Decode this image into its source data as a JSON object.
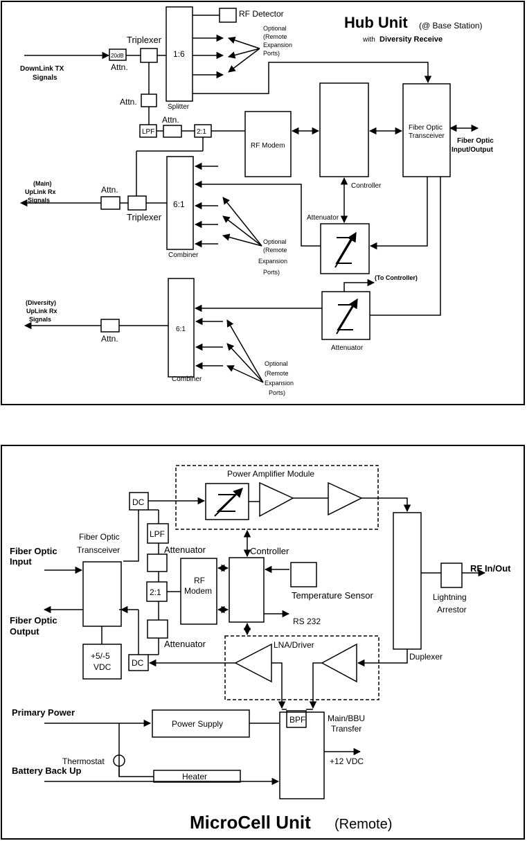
{
  "hub": {
    "title_main": "Hub Unit",
    "title_note": "(@ Base Station)",
    "title_with": "with",
    "title_diversity": "Diversity Receive",
    "rf_detector": "RF Detector",
    "splitter_ratio": "1:6",
    "splitter": "Splitter",
    "triplexer_top": "Triplexer",
    "att_20db": "20dB",
    "attn": "Attn.",
    "downlink_line1": "DownLink TX",
    "downlink_line2": "Signals",
    "lpf": "LPF",
    "ratio_2to1": "2:1",
    "rf_modem": "RF Modem",
    "controller": "Controller",
    "fo_transceiver_1": "Fiber Optic",
    "fo_transceiver_2": "Transceiver",
    "fo_io_1": "Fiber Optic",
    "fo_io_2": "Input/Output",
    "main_up_1": "(Main)",
    "main_up_2": "UpLink Rx",
    "main_up_3": "Signals",
    "triplexer_bottom": "Triplexer",
    "combiner_ratio": "6:1",
    "combiner": "Combiner",
    "attenuator": "Attenuator",
    "to_controller": "(To Controller)",
    "div_up_1": "(Diversity)",
    "div_up_2": "UpLink Rx",
    "div_up_3": "Signals",
    "optional_lines": [
      "Optional",
      "(Remote",
      "Expansion",
      "Ports)"
    ]
  },
  "micro": {
    "pam": "Power Amplifier Module",
    "dc": "DC",
    "lpf": "LPF",
    "attenuator": "Attenuator",
    "ratio_2to1": "2:1",
    "rf_modem_1": "RF",
    "rf_modem_2": "Modem",
    "controller": "Controller",
    "temp_sensor": "Temperature Sensor",
    "rs232": "RS 232",
    "fo_input_1": "Fiber Optic",
    "fo_input_2": "Input",
    "fo_output_1": "Fiber Optic",
    "fo_output_2": "Output",
    "fo_transceiver_1": "Fiber Optic",
    "fo_transceiver_2": "Transceiver",
    "psu_1": "+5/-5",
    "psu_2": "VDC",
    "lna": "LNA/Driver",
    "bpf": "BPF",
    "duplexer": "Duplexer",
    "rf_inout": "RF In/Out",
    "lightning_1": "Lightning",
    "lightning_2": "Arrestor",
    "primary_power": "Primary Power",
    "power_supply": "Power Supply",
    "thermostat": "Thermostat",
    "heater": "Heater",
    "battery": "Battery Back Up",
    "transfer_1": "Main/BBU",
    "transfer_2": "Transfer",
    "vdc12": "+12 VDC",
    "title_main": "MicroCell Unit",
    "title_note": "(Remote)"
  }
}
